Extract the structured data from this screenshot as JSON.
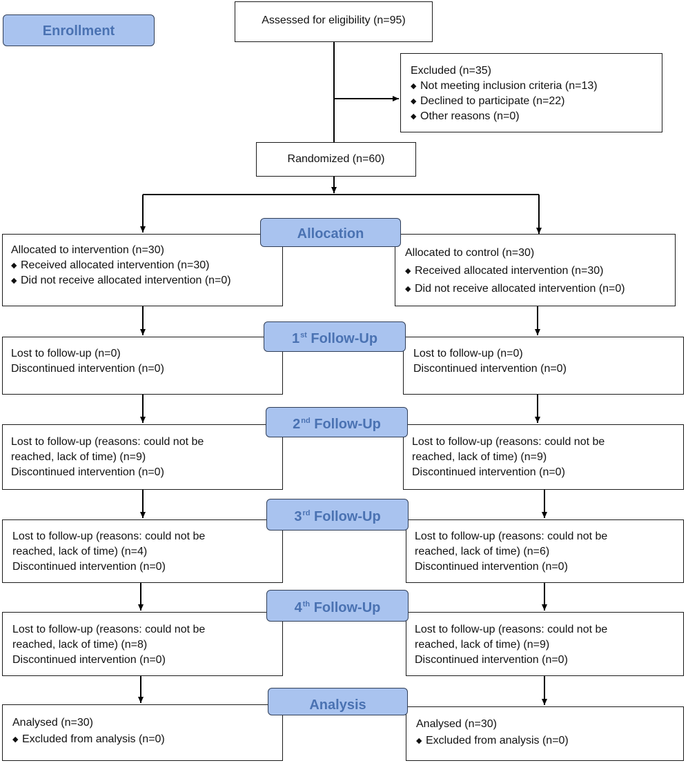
{
  "stages": {
    "enrollment": "Enrollment",
    "allocation": "Allocation",
    "followups": [
      {
        "num": "1",
        "sup": "st",
        "label": "Follow-Up"
      },
      {
        "num": "2",
        "sup": "nd",
        "label": "Follow-Up"
      },
      {
        "num": "3",
        "sup": "rd",
        "label": "Follow-Up"
      },
      {
        "num": "4",
        "sup": "th",
        "label": "Follow-Up"
      }
    ],
    "analysis": "Analysis"
  },
  "assessed": "Assessed for eligibility (n=95)",
  "excluded": {
    "title": "Excluded (n=35)",
    "items": [
      "Not meeting inclusion criteria (n=13)",
      "Declined to participate (n=22)",
      "Other reasons (n=0)"
    ]
  },
  "randomized": "Randomized (n=60)",
  "intervention": {
    "allocation": {
      "title": "Allocated to intervention (n=30)",
      "items": [
        "Received allocated intervention (n=30)",
        "Did not receive allocated intervention (n=0)"
      ]
    },
    "followups": [
      {
        "lines": [
          "Lost to follow-up (n=0)",
          "Discontinued intervention (n=0)"
        ]
      },
      {
        "lines": [
          "Lost to follow-up (reasons: could not be",
          "reached, lack of time) (n=9)",
          "Discontinued intervention (n=0)"
        ]
      },
      {
        "lines": [
          "Lost to follow-up (reasons: could not be",
          "reached, lack of time) (n=4)",
          "Discontinued intervention (n=0)"
        ]
      },
      {
        "lines": [
          "Lost to follow-up (reasons: could not be",
          "reached, lack of time) (n=8)",
          "Discontinued intervention (n=0)"
        ]
      }
    ],
    "analysis": {
      "title": "Analysed (n=30)",
      "items": [
        "Excluded from analysis (n=0)"
      ]
    }
  },
  "control": {
    "allocation": {
      "title": "Allocated to control (n=30)",
      "items": [
        "Received allocated intervention (n=30)",
        "Did not receive allocated intervention (n=0)"
      ]
    },
    "followups": [
      {
        "lines": [
          "Lost to follow-up (n=0)",
          "Discontinued intervention (n=0)"
        ]
      },
      {
        "lines": [
          "Lost to follow-up (reasons: could not be",
          "reached, lack of time) (n=9)",
          "Discontinued intervention (n=0)"
        ]
      },
      {
        "lines": [
          "Lost to follow-up (reasons: could not be",
          "reached, lack of time) (n=6)",
          "Discontinued intervention (n=0)"
        ]
      },
      {
        "lines": [
          "Lost to follow-up (reasons: could not be",
          "reached, lack of time) (n=9)",
          "Discontinued intervention (n=0)"
        ]
      }
    ],
    "analysis": {
      "title": "Analysed (n=30)",
      "items": [
        "Excluded from analysis (n=0)"
      ]
    }
  }
}
